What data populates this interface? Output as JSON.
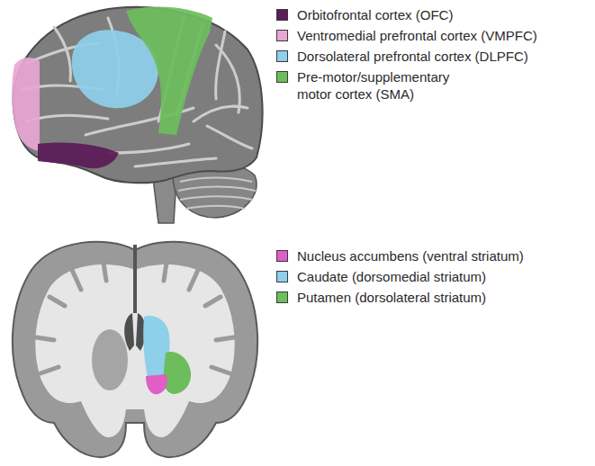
{
  "diagram": {
    "legend": [
      {
        "text": "Orbitofrontal cortex (OFC)",
        "color": "#5b1e57"
      },
      {
        "text": "Ventromedial prefrontal cortex (VMPFC)",
        "color": "#e8a6d4"
      },
      {
        "text": "Dorsolateral prefrontal cortex (DLPFC)",
        "color": "#8ecfea"
      },
      {
        "text": "Pre-motor/supplementary motor cortex (SMA)",
        "color": "#6dbd5c"
      },
      {
        "text": "Nucleus accumbens (ventral striatum)",
        "color": "#e05ec6"
      },
      {
        "text": "Caudate (dorsomedial striatum)",
        "color": "#8ecfea"
      },
      {
        "text": "Putamen (dorsolateral striatum)",
        "color": "#6dbd5c"
      }
    ]
  }
}
